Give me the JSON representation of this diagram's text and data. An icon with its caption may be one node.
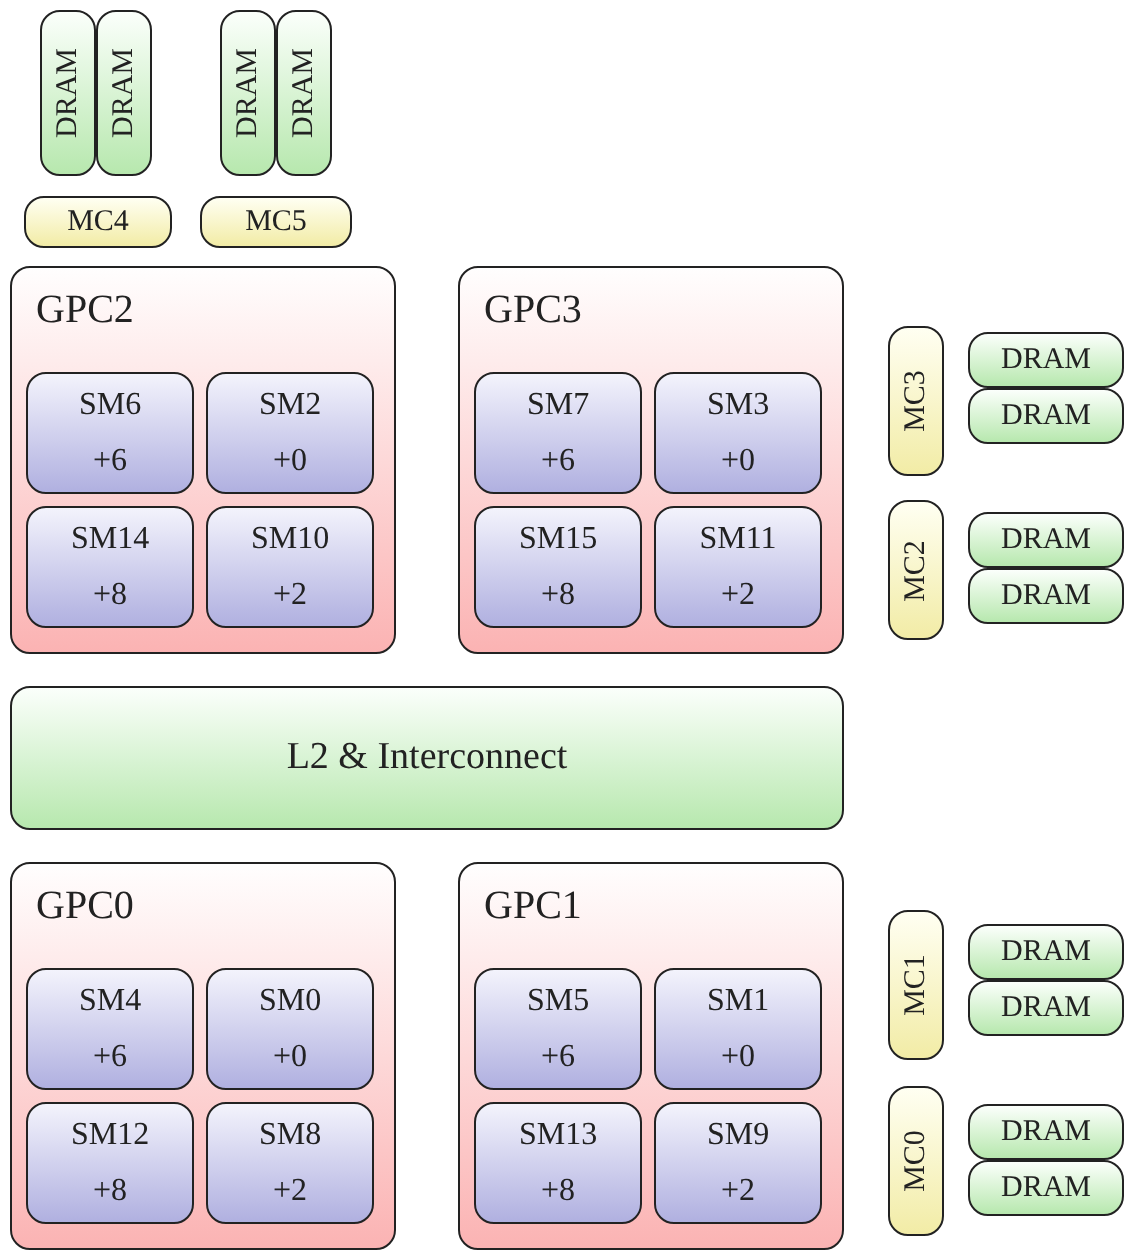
{
  "diagram": {
    "nodes": [
      {
        "text": [
          "DRAM"
        ]
      },
      {
        "text": [
          "DRAM"
        ]
      },
      {
        "text": [
          "DRAM"
        ]
      },
      {
        "text": [
          "DRAM"
        ]
      },
      {
        "text": [
          "MC4"
        ]
      },
      {
        "text": [
          "MC5"
        ]
      },
      {
        "text": [
          "GPC2"
        ]
      },
      {
        "text": [
          "SM6",
          "+6"
        ],
        "in": 6
      },
      {
        "text": [
          "SM2",
          "+0"
        ],
        "in": 6
      },
      {
        "text": [
          "SM14",
          "+8"
        ],
        "in": 6
      },
      {
        "text": [
          "SM10",
          "+2"
        ],
        "in": 6
      },
      {
        "text": [
          "GPC3"
        ]
      },
      {
        "text": [
          "SM7",
          "+6"
        ],
        "in": 11
      },
      {
        "text": [
          "SM3",
          "+0"
        ],
        "in": 11
      },
      {
        "text": [
          "SM15",
          "+8"
        ],
        "in": 11
      },
      {
        "text": [
          "SM11",
          "+2"
        ],
        "in": 11
      },
      {
        "text": [
          "MC3"
        ]
      },
      {
        "text": [
          "DRAM"
        ]
      },
      {
        "text": [
          "DRAM"
        ]
      },
      {
        "text": [
          "MC2"
        ]
      },
      {
        "text": [
          "DRAM"
        ]
      },
      {
        "text": [
          "DRAM"
        ]
      },
      {
        "text": [
          "L2 & Interconnect"
        ]
      },
      {
        "text": [
          "GPC0"
        ]
      },
      {
        "text": [
          "SM4",
          "+6"
        ],
        "in": 23
      },
      {
        "text": [
          "SM0",
          "+0"
        ],
        "in": 23
      },
      {
        "text": [
          "SM12",
          "+8"
        ],
        "in": 23
      },
      {
        "text": [
          "SM8",
          "+2"
        ],
        "in": 23
      },
      {
        "text": [
          "GPC1"
        ]
      },
      {
        "text": [
          "SM5",
          "+6"
        ],
        "in": 28
      },
      {
        "text": [
          "SM1",
          "+0"
        ],
        "in": 28
      },
      {
        "text": [
          "SM13",
          "+8"
        ],
        "in": 28
      },
      {
        "text": [
          "SM9",
          "+2"
        ],
        "in": 28
      },
      {
        "text": [
          "MC1"
        ]
      },
      {
        "text": [
          "DRAM"
        ]
      },
      {
        "text": [
          "DRAM"
        ]
      },
      {
        "text": [
          "MC0"
        ]
      },
      {
        "text": [
          "DRAM"
        ]
      },
      {
        "text": [
          "DRAM"
        ]
      }
    ]
  }
}
